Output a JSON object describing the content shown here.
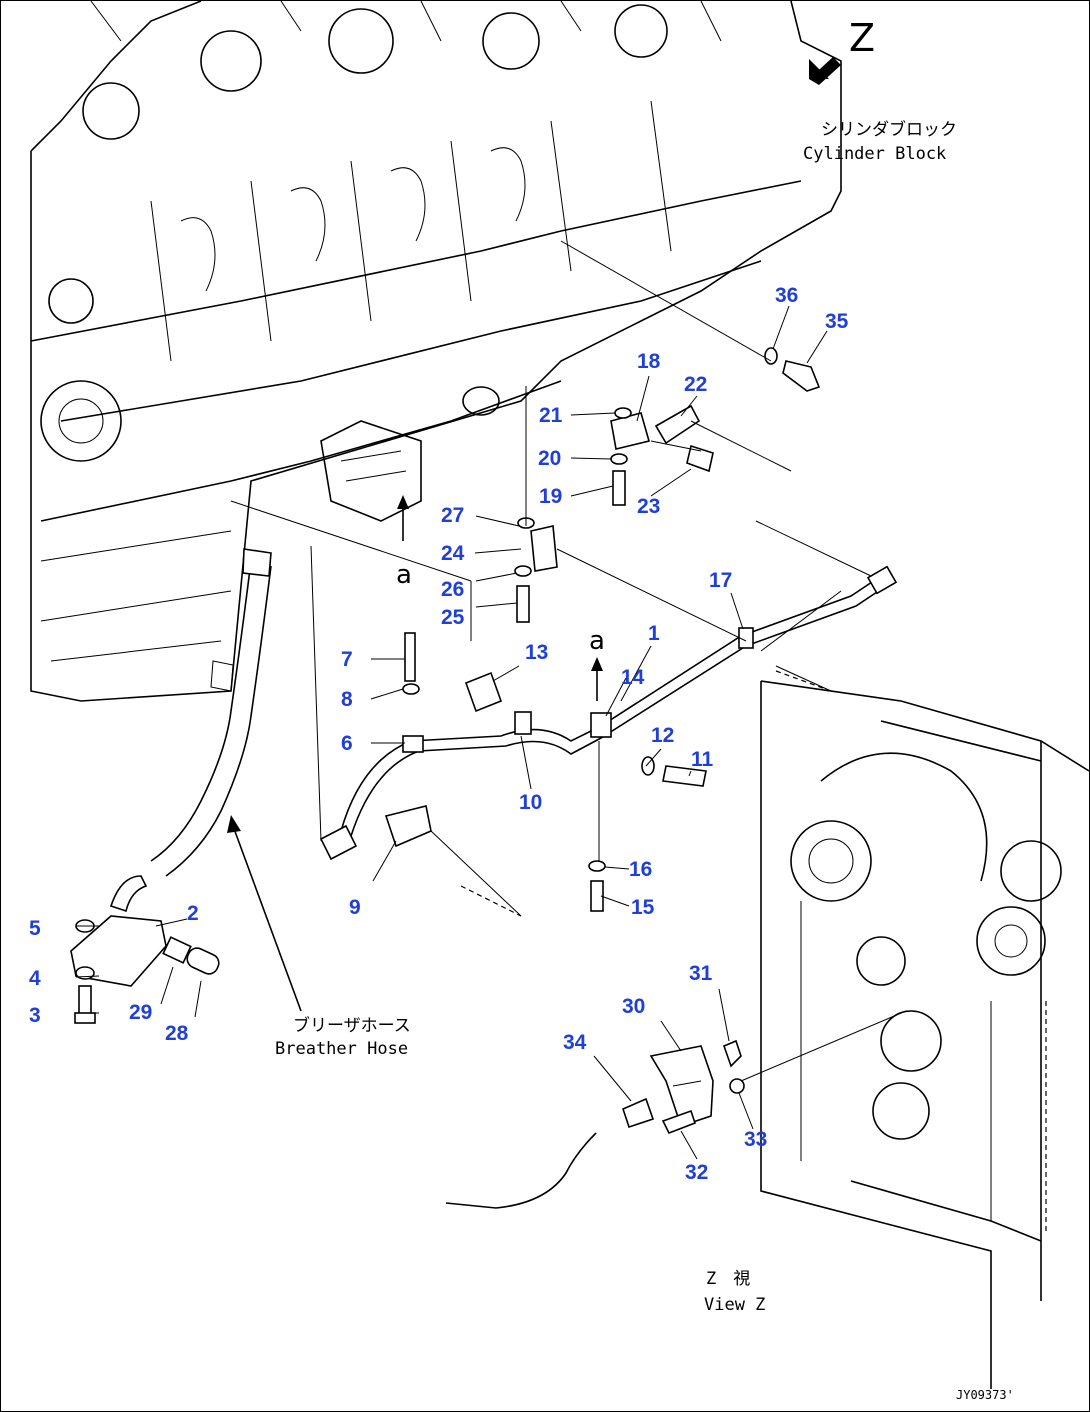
{
  "view_marker": {
    "letter": "Z"
  },
  "cylinder_block": {
    "label_jp": "シリンダブロック",
    "label_en": "Cylinder Block"
  },
  "breather_hose": {
    "label_jp": "ブリーザホース",
    "label_en": "Breather Hose"
  },
  "view_caption": {
    "label_jp": "Z　視",
    "label_en": "View Z"
  },
  "reference_a": {
    "label": "a"
  },
  "document_id": "JY09373'",
  "callouts": [
    {
      "num": "1"
    },
    {
      "num": "2"
    },
    {
      "num": "3"
    },
    {
      "num": "4"
    },
    {
      "num": "5"
    },
    {
      "num": "6"
    },
    {
      "num": "7"
    },
    {
      "num": "8"
    },
    {
      "num": "9"
    },
    {
      "num": "10"
    },
    {
      "num": "11"
    },
    {
      "num": "12"
    },
    {
      "num": "13"
    },
    {
      "num": "14"
    },
    {
      "num": "15"
    },
    {
      "num": "16"
    },
    {
      "num": "17"
    },
    {
      "num": "18"
    },
    {
      "num": "19"
    },
    {
      "num": "20"
    },
    {
      "num": "21"
    },
    {
      "num": "22"
    },
    {
      "num": "23"
    },
    {
      "num": "24"
    },
    {
      "num": "25"
    },
    {
      "num": "26"
    },
    {
      "num": "27"
    },
    {
      "num": "28"
    },
    {
      "num": "29"
    },
    {
      "num": "30"
    },
    {
      "num": "31"
    },
    {
      "num": "32"
    },
    {
      "num": "33"
    },
    {
      "num": "34"
    },
    {
      "num": "35"
    },
    {
      "num": "36"
    }
  ],
  "colors": {
    "callout": "#1f3fd6",
    "line": "#000000",
    "background": "#ffffff"
  }
}
